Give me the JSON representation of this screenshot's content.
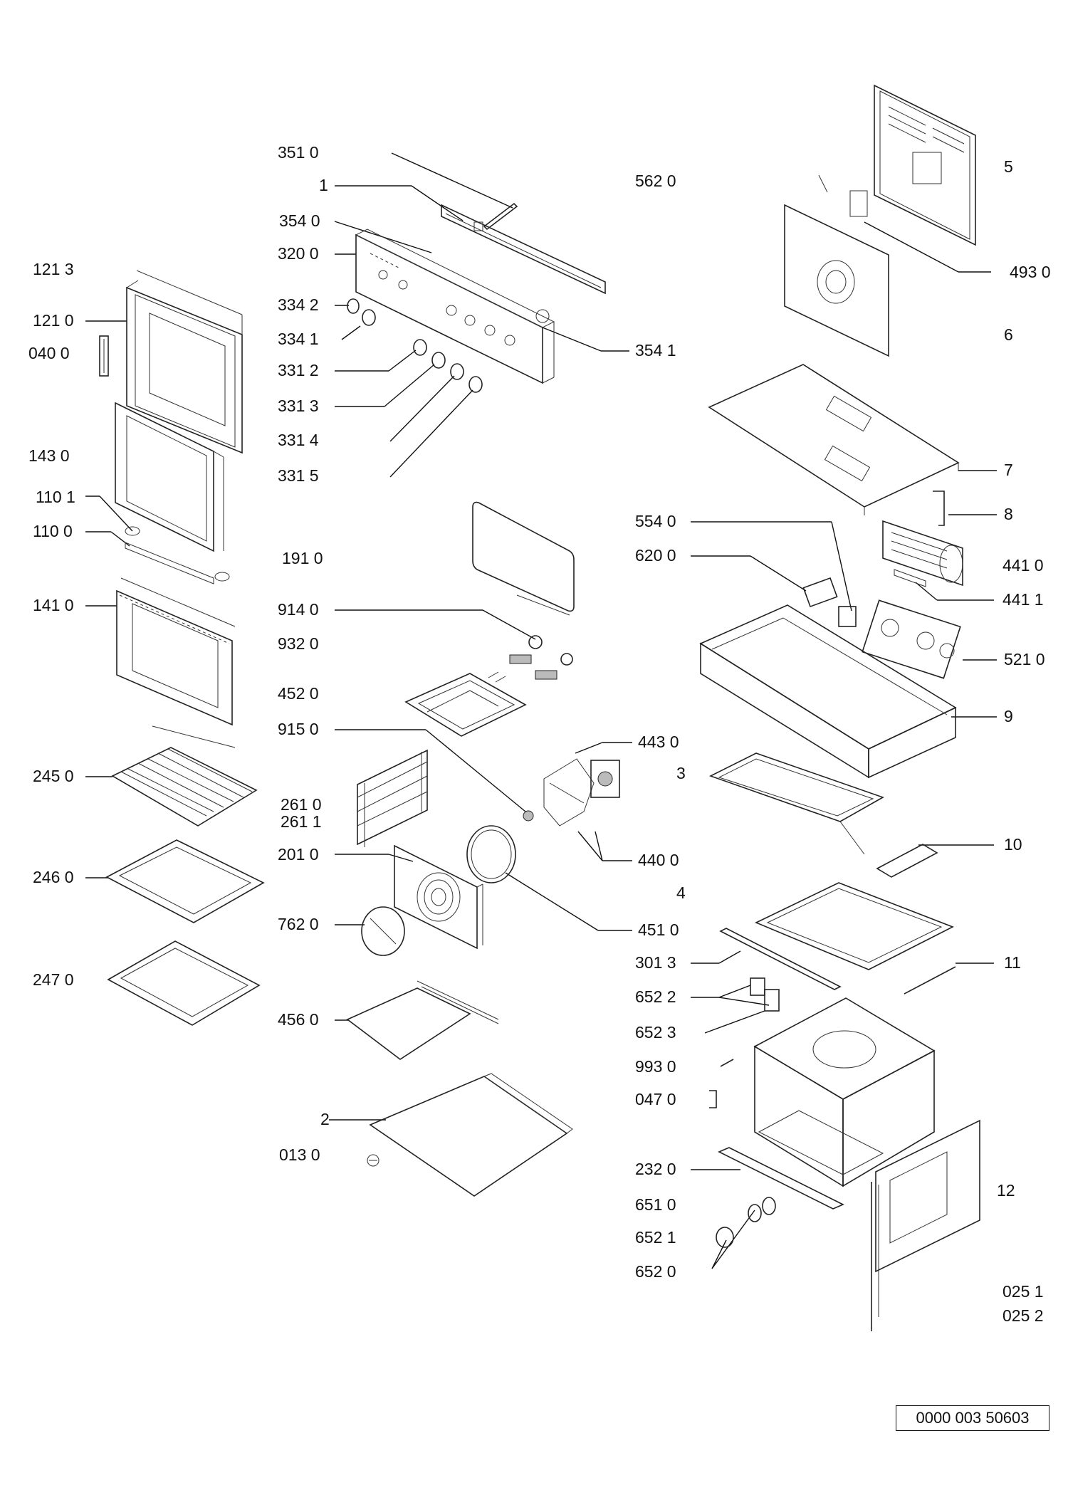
{
  "labels": {
    "l_3510": "351 0",
    "l_1": "1",
    "l_3540": "354 0",
    "l_3200": "320 0",
    "l_3342": "334 2",
    "l_3341": "334 1",
    "l_3312": "331 2",
    "l_3313": "331 3",
    "l_3314": "331 4",
    "l_3315": "331 5",
    "l_3541": "354 1",
    "l_1213": "121 3",
    "l_1210": "121 0",
    "l_0400": "040 0",
    "l_1430": "143 0",
    "l_1101": "110 1",
    "l_1100": "110 0",
    "l_1410": "141 0",
    "l_2450": "245 0",
    "l_2460": "246 0",
    "l_2470": "247 0",
    "l_1910": "191 0",
    "l_9140": "914 0",
    "l_9320": "932 0",
    "l_4520": "452 0",
    "l_9150": "915 0",
    "l_2610": "261 0",
    "l_2611": "261 1",
    "l_2010": "201 0",
    "l_7620": "762 0",
    "l_4560": "456 0",
    "l_2": "2",
    "l_0130": "013 0",
    "l_5620": "562 0",
    "l_5": "5",
    "l_4930": "493 0",
    "l_6": "6",
    "l_7": "7",
    "l_8": "8",
    "l_5540": "554 0",
    "l_6200": "620 0",
    "l_4410": "441 0",
    "l_4411": "441 1",
    "l_5210": "521 0",
    "l_9": "9",
    "l_4430": "443 0",
    "l_3": "3",
    "l_4400": "440 0",
    "l_10": "10",
    "l_4": "4",
    "l_4510": "451 0",
    "l_3013": "301 3",
    "l_11": "11",
    "l_6522": "652 2",
    "l_6523": "652 3",
    "l_9930": "993 0",
    "l_0470": "047 0",
    "l_2320": "232 0",
    "l_6510": "651 0",
    "l_6521": "652 1",
    "l_6520": "652 0",
    "l_12": "12",
    "l_0251": "025 1",
    "l_0252": "025 2"
  },
  "document_id": "0000 003 50603"
}
